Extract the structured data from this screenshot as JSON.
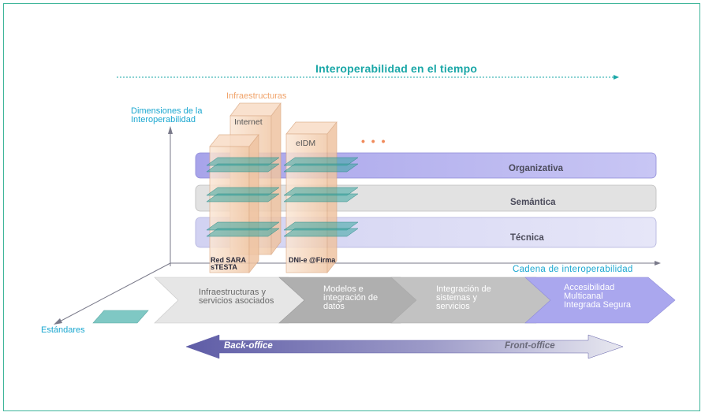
{
  "title": "Interoperabilidad en el tiempo",
  "infra_label": "Infraestructuras",
  "dimensions_label": "Dimensiones de la Interoperabilidad",
  "pillars": [
    {
      "top_label": "Internet",
      "bottom_label": "Red SARA sTESTA"
    },
    {
      "top_label": "eIDM",
      "bottom_label": "DNI-e @Firma"
    }
  ],
  "ellipsis": "• • •",
  "layers": [
    {
      "label": "Organizativa",
      "color": "#b7b3ee"
    },
    {
      "label": "Semántica",
      "color": "#e0e0e0"
    },
    {
      "label": "Técnica",
      "color": "#dcdcf4"
    }
  ],
  "chain_axis_label": "Cadena de interoperabilidad",
  "standards_label": "Estándares",
  "chain_steps": [
    {
      "label": "Infraestructuras y servicios asociados",
      "color": "#e6e6e6"
    },
    {
      "label": "Modelos e integración de datos",
      "color": "#b0b0b0"
    },
    {
      "label": "Integración de sistemas y servicios",
      "color": "#c4c4c4"
    },
    {
      "label": "Accesibilidad Multicanal Integrada Segura",
      "color": "#a9a6ee"
    }
  ],
  "back_office": "Back-office",
  "front_office": "Front-office",
  "colors": {
    "accent": "#1aa7a7",
    "axis": "#1aa7d0",
    "pillar": "#f6d6bc",
    "frame": "#3fb59a"
  }
}
